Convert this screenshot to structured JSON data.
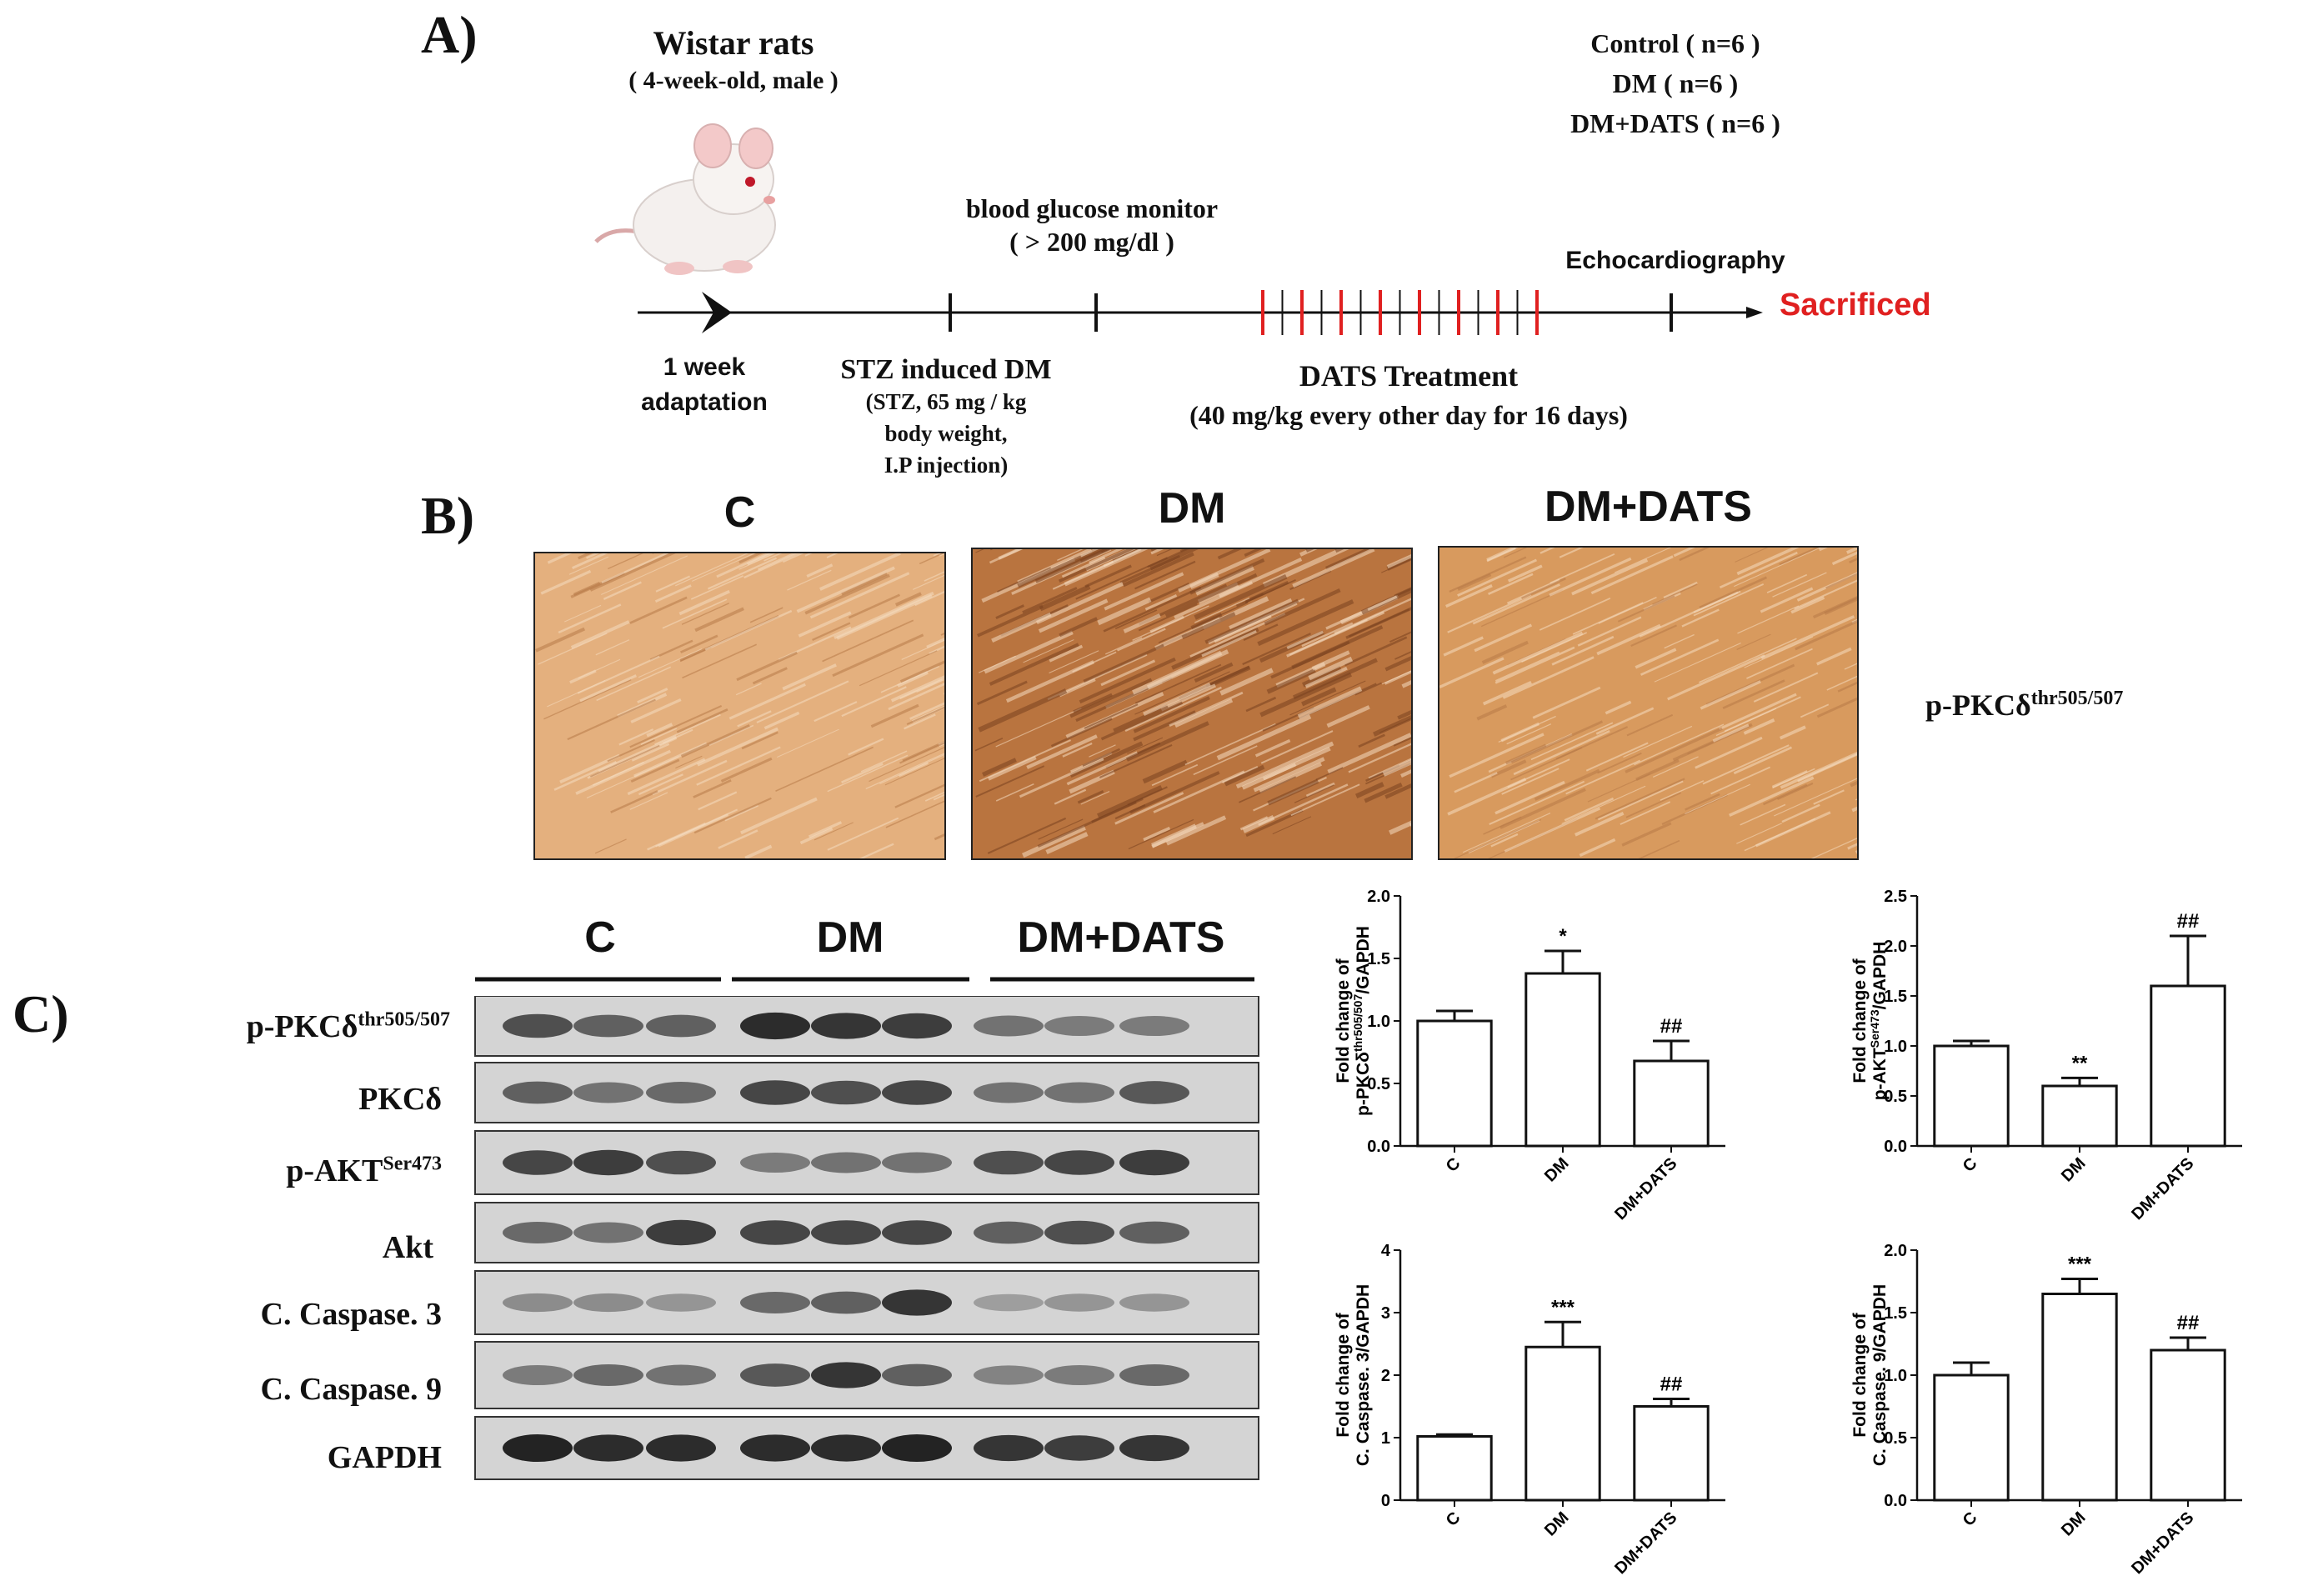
{
  "panel_a": {
    "letter": "A)",
    "animal_title": "Wistar rats",
    "animal_sub": "( 4-week-old, male )",
    "groups": [
      "Control ( n=6 )",
      "DM ( n=6 )",
      "DM+DATS ( n=6 )"
    ],
    "glucose_line1": "blood glucose monitor",
    "glucose_line2": "( > 200 mg/dl )",
    "echo": "Echocardiography",
    "sacrificed": "Sacrificed",
    "adapt_line1": "1 week",
    "adapt_line2": "adaptation",
    "stz_line1": "STZ induced DM",
    "stz_line2": "(STZ, 65 mg / kg",
    "stz_line3": "body weight,",
    "stz_line4": "I.P injection)",
    "dats_line1": "DATS Treatment",
    "dats_line2": "(40 mg/kg every other day for 16 days)",
    "red_color": "#e02020"
  },
  "panel_b": {
    "letter": "B)",
    "labels": [
      "C",
      "DM",
      "DM+DATS"
    ],
    "stain_base": "p-PKCδ",
    "stain_sup": "thr505/507",
    "tissue_colors": [
      "#e4b07e",
      "#b9743f",
      "#d89a5e"
    ]
  },
  "panel_c": {
    "letter": "C)",
    "groups": [
      "C",
      "DM",
      "DM+DATS"
    ],
    "blot_rows": [
      {
        "base": "p-PKCδ",
        "sup": "thr505/507"
      },
      {
        "base": "PKCδ",
        "sup": ""
      },
      {
        "base": "p-AKT",
        "sup": "Ser473"
      },
      {
        "base": "Akt",
        "sup": ""
      },
      {
        "base": "C. Caspase. 3",
        "sup": ""
      },
      {
        "base": "C. Caspase. 9",
        "sup": ""
      },
      {
        "base": "GAPDH",
        "sup": ""
      }
    ]
  },
  "chart_data": [
    {
      "type": "bar",
      "categories": [
        "C",
        "DM",
        "DM+DATS"
      ],
      "values": [
        1.0,
        1.38,
        0.68
      ],
      "errors": [
        0.08,
        0.18,
        0.16
      ],
      "annotations": [
        "",
        "*",
        "##"
      ],
      "ylabel_line1": "Fold change of",
      "ylabel_line2": "p-PKCδ",
      "ylabel_sup": "thr505/507",
      "ylabel_tail": "/GAPDH",
      "ylim": [
        0,
        2.0
      ],
      "yticks": [
        "0.0",
        "0.5",
        "1.0",
        "1.5",
        "2.0"
      ]
    },
    {
      "type": "bar",
      "categories": [
        "C",
        "DM",
        "DM+DATS"
      ],
      "values": [
        1.0,
        0.6,
        1.6
      ],
      "errors": [
        0.05,
        0.08,
        0.5
      ],
      "annotations": [
        "",
        "**",
        "##"
      ],
      "ylabel_line1": "Fold change of",
      "ylabel_line2": "p-AKT",
      "ylabel_sup": "Ser473",
      "ylabel_tail": "/GAPDH",
      "ylim": [
        0,
        2.5
      ],
      "yticks": [
        "0.0",
        "0.5",
        "1.0",
        "1.5",
        "2.0",
        "2.5"
      ]
    },
    {
      "type": "bar",
      "categories": [
        "C",
        "DM",
        "DM+DATS"
      ],
      "values": [
        1.02,
        2.45,
        1.5
      ],
      "errors": [
        0.03,
        0.4,
        0.12
      ],
      "annotations": [
        "",
        "***",
        "##"
      ],
      "ylabel_line1": "Fold change of",
      "ylabel_line2": "C. Caspase. 3",
      "ylabel_sup": "",
      "ylabel_tail": "/GAPDH",
      "ylim": [
        0,
        4
      ],
      "yticks": [
        "0",
        "1",
        "2",
        "3",
        "4"
      ]
    },
    {
      "type": "bar",
      "categories": [
        "C",
        "DM",
        "DM+DATS"
      ],
      "values": [
        1.0,
        1.65,
        1.2
      ],
      "errors": [
        0.1,
        0.12,
        0.1
      ],
      "annotations": [
        "",
        "***",
        "##"
      ],
      "ylabel_line1": "Fold change of",
      "ylabel_line2": "C. Caspase. 9",
      "ylabel_sup": "",
      "ylabel_tail": "/GAPDH",
      "ylim": [
        0,
        2.0
      ],
      "yticks": [
        "0.0",
        "0.5",
        "1.0",
        "1.5",
        "2.0"
      ]
    }
  ]
}
